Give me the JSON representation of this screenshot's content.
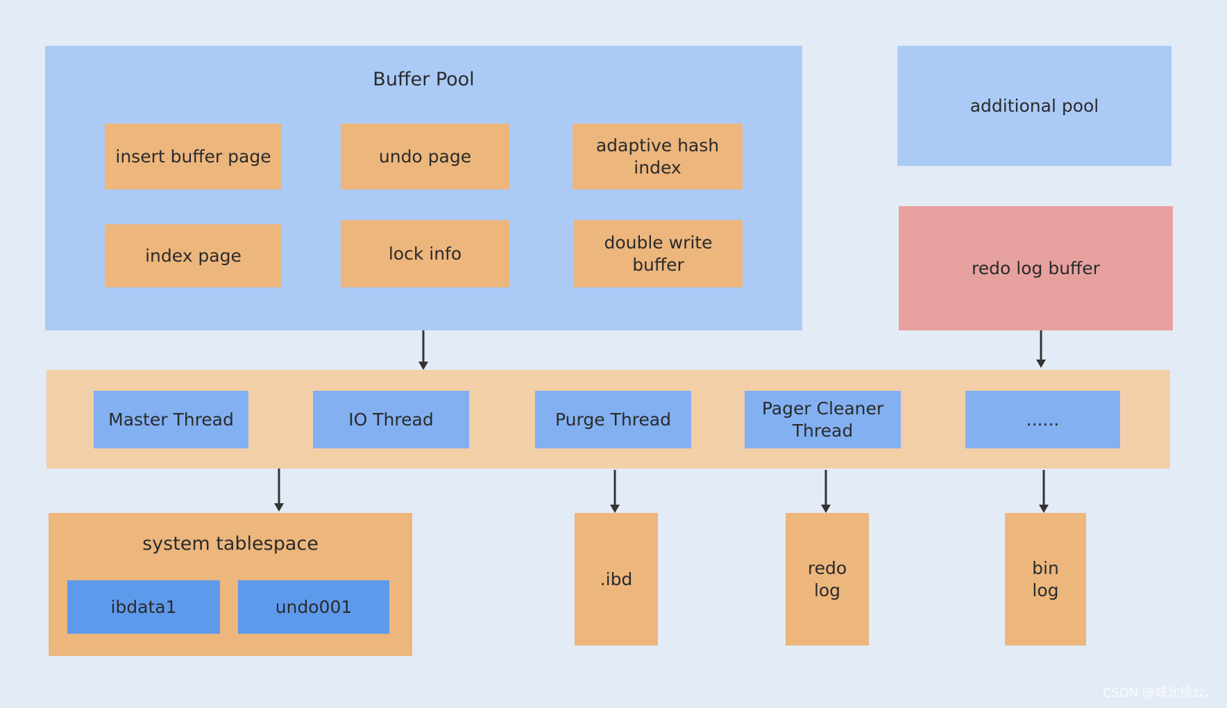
{
  "buffer_pool": {
    "title": "Buffer Pool",
    "items": [
      "insert buffer page",
      "undo page",
      "adaptive hash\nindex",
      "index page",
      "lock info",
      "double write\nbuffer"
    ]
  },
  "additional_pool": {
    "label": "additional pool"
  },
  "redo_log_buffer": {
    "label": "redo log buffer"
  },
  "threads": [
    "Master Thread",
    "IO Thread",
    "Purge Thread",
    "Pager Cleaner\nThread",
    "......"
  ],
  "system_tablespace": {
    "title": "system tablespace",
    "files": [
      "ibdata1",
      "undo001"
    ]
  },
  "files": {
    "ibd": ".ibd",
    "redo_log": "redo\nlog",
    "bin_log": "bin\nlog"
  },
  "watermark": "CSDN @城北徐公、",
  "colors": {
    "background": "#e3ebf6",
    "buffer_pool": "#abcbf6",
    "page_box": "#ecb67d",
    "thread_band": "#f3cfa7",
    "thread_box": "#82b0f1",
    "file_box_blue": "#5e9aeb",
    "redo_log_buffer": "#e6a19e",
    "arrow": "#333333"
  }
}
